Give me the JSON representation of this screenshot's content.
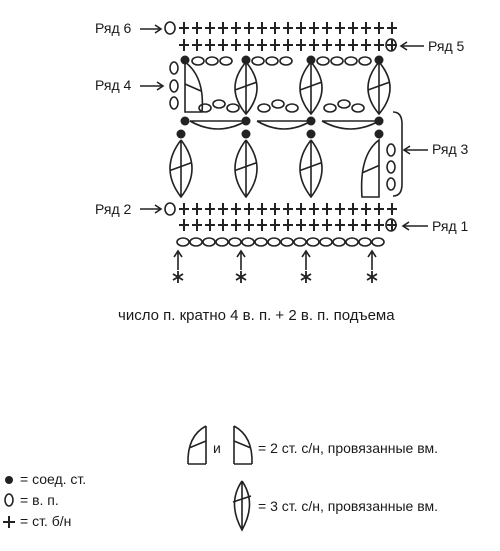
{
  "rows": {
    "row6": "Ряд 6",
    "row5": "Ряд 5",
    "row4": "Ряд 4",
    "row3": "Ряд 3",
    "row2": "Ряд 2",
    "row1": "Ряд 1"
  },
  "caption": "число п. кратно 4 в. п. + 2 в. п. подъема",
  "legend": {
    "cluster2_conj": "и",
    "cluster2_text": "= 2 ст. с/н, провязанные вм.",
    "cluster3_text": "= 3 ст. с/н, провязанные вм.",
    "slip_text": "= соед. ст.",
    "chain_text": "= в. п.",
    "sc_text": "= ст. б/н"
  },
  "symbols": {
    "slip": "slip-stitch-dot",
    "chain": "chain-stitch-oval",
    "sc": "single-crochet-plus",
    "cluster2": "two-dc-cluster",
    "cluster3": "three-dc-cluster",
    "repeat": "repeat-asterisk"
  }
}
